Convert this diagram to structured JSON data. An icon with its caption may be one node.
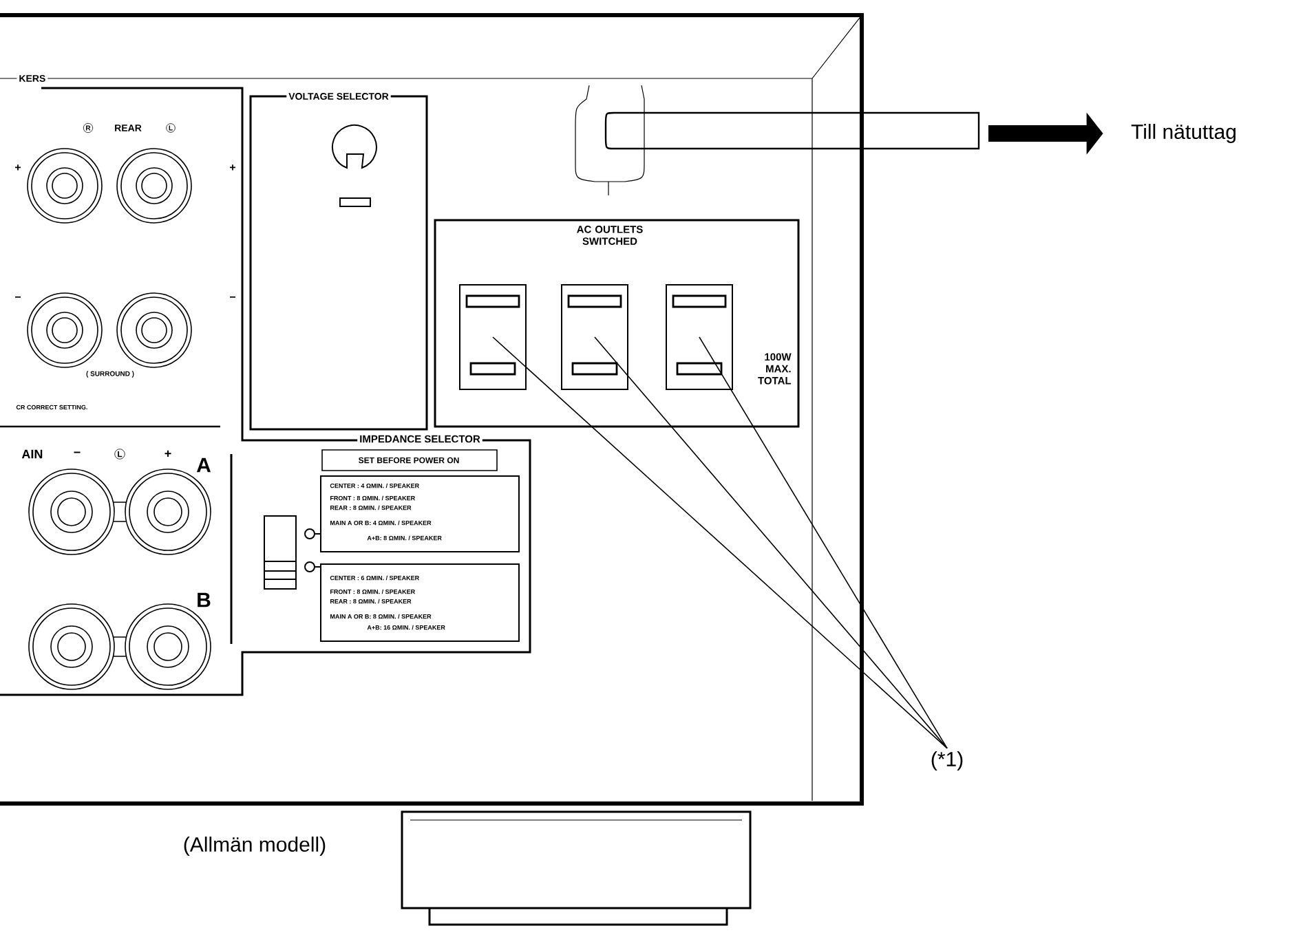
{
  "diagram": {
    "nodes": [
      {
        "text": [],
        "shape": "box"
      },
      {
        "text": [],
        "shape": "box"
      },
      {
        "text": [],
        "shape": "box"
      },
      {
        "text": [
          "(*1)"
        ]
      },
      {
        "text": [
          "Till nätuttag"
        ]
      }
    ],
    "edges": [
      {
        "from": 3,
        "to": 0,
        "arrow": "none"
      },
      {
        "from": 3,
        "to": 1,
        "arrow": "none"
      },
      {
        "from": 3,
        "to": 2,
        "arrow": "none"
      },
      {
        "from": null,
        "to": 4,
        "arrow": "to",
        "style": "thick"
      }
    ],
    "labels": [
      "KERS",
      "R",
      "REAR",
      "L",
      "+",
      "+",
      "−",
      "−",
      "( SURROUND )",
      "CR CORRECT SETTING.",
      "AIN",
      "−",
      "L",
      "+",
      "A",
      "B",
      "VOLTAGE SELECTOR",
      "IMPEDANCE SELECTOR",
      "SET BEFORE POWER ON",
      "CENTER : 4 ΩMIN. / SPEAKER",
      "FRONT : 8 ΩMIN. / SPEAKER",
      "REAR : 8 ΩMIN. / SPEAKER",
      "MAIN A OR B: 4 ΩMIN. / SPEAKER",
      "A+B: 8 ΩMIN. / SPEAKER",
      "CENTER : 6 ΩMIN. / SPEAKER",
      "FRONT : 8 ΩMIN. / SPEAKER",
      "REAR : 8 ΩMIN. / SPEAKER",
      "MAIN A OR B: 8 ΩMIN. / SPEAKER",
      "A+B: 16 ΩMIN. / SPEAKER",
      "AC OUTLETS SWITCHED",
      "100W MAX. TOTAL",
      "(Allmän modell)"
    ]
  }
}
